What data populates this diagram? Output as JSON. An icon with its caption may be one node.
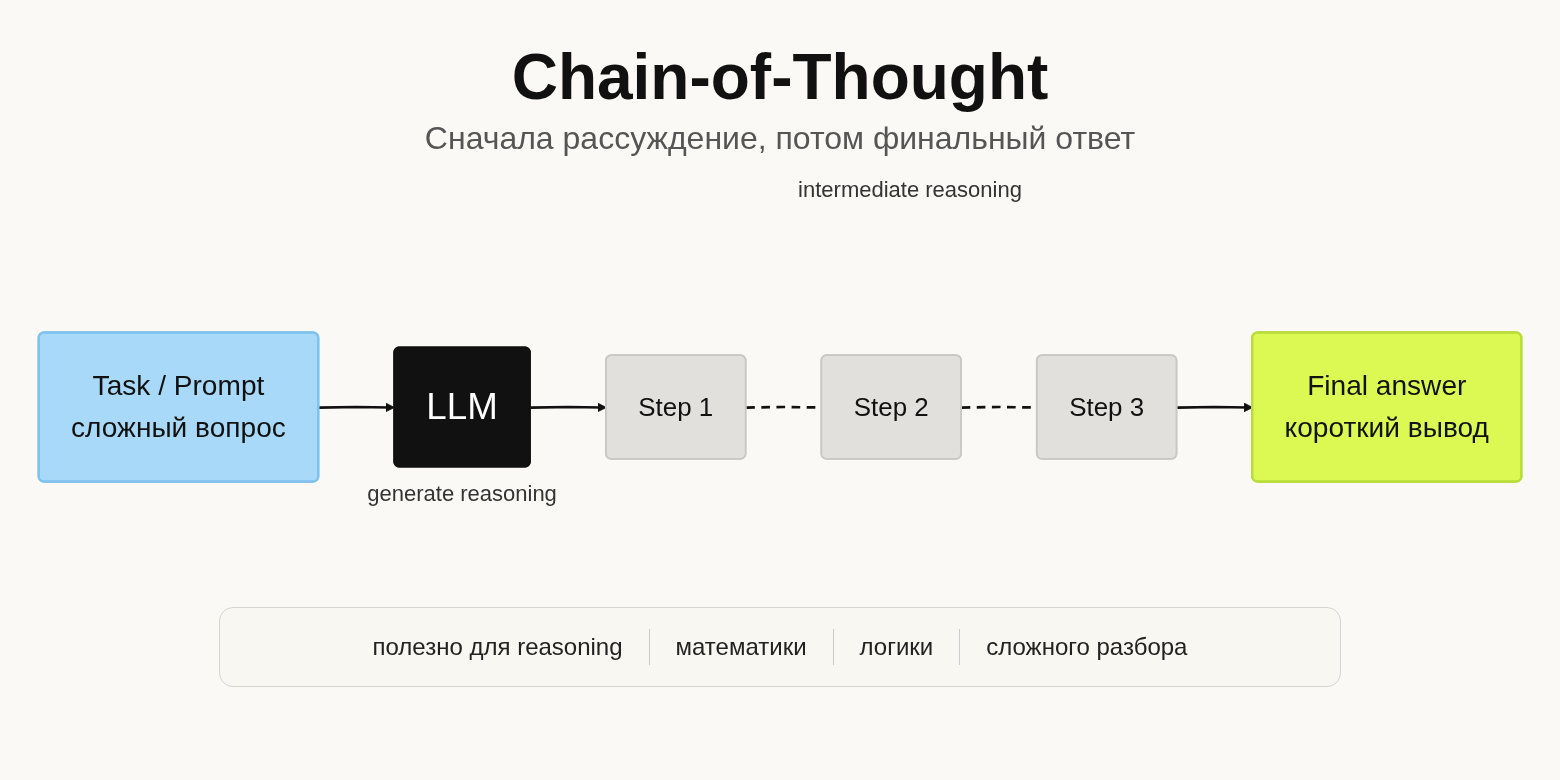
{
  "diagram": {
    "title": "Chain-of-Thought",
    "caption": "Сначала рассуждение, потом финальный ответ",
    "nodes": [
      {
        "text": [
          "Task / Prompt",
          "сложный вопрос"
        ]
      },
      {
        "text": [
          "LLM"
        ],
        "beside": [
          "generate reasoning"
        ]
      },
      {
        "text": [
          "Step 1"
        ]
      },
      {
        "text": [
          "Step 2"
        ]
      },
      {
        "text": [
          "Step 3"
        ]
      },
      {
        "text": [
          "Final answer",
          "короткий вывод"
        ]
      }
    ],
    "edges": [
      {
        "from": 0,
        "to": 1,
        "arrow": "to"
      },
      {
        "from": 1,
        "to": 2,
        "arrow": "to"
      },
      {
        "from": 2,
        "to": 3,
        "arrow": "none",
        "style": "dashed"
      },
      {
        "from": 3,
        "to": 4,
        "arrow": "none",
        "style": "dashed"
      },
      {
        "from": 4,
        "to": 5,
        "arrow": "to"
      }
    ],
    "labels": [
      "intermediate reasoning",
      "полезно для reasoning",
      "математики",
      "логики",
      "сложного разбора"
    ]
  }
}
